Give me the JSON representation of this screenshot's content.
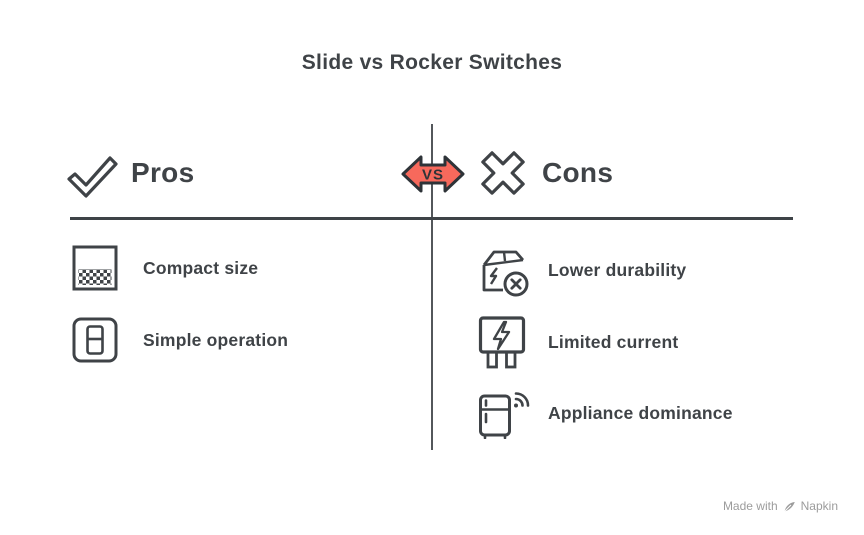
{
  "title": "Slide vs Rocker Switches",
  "vs_badge": {
    "label": "VS",
    "shape": "double-headed-arrow"
  },
  "pros": {
    "label": "Pros",
    "icon": "checkmark-icon",
    "items": [
      {
        "icon": "compact-pattern-icon",
        "label": "Compact size"
      },
      {
        "icon": "slide-switch-icon",
        "label": "Simple operation"
      }
    ]
  },
  "cons": {
    "label": "Cons",
    "icon": "cross-icon",
    "items": [
      {
        "icon": "damaged-box-icon",
        "label": "Lower durability"
      },
      {
        "icon": "plug-lightning-icon",
        "label": "Limited current"
      },
      {
        "icon": "smart-fridge-wifi-icon",
        "label": "Appliance dominance"
      }
    ]
  },
  "watermark": {
    "prefix": "Made with",
    "brand": "Napkin",
    "icon": "napkin-pen-icon"
  },
  "colors": {
    "ink": "#3F4347",
    "accent": "#F7695C",
    "badge_outline": "#2E3338",
    "divider_vertical": "#53575B",
    "divider_horizontal": "#3E4347",
    "watermark": "#9C9C9C",
    "background": "#FFFFFF"
  }
}
